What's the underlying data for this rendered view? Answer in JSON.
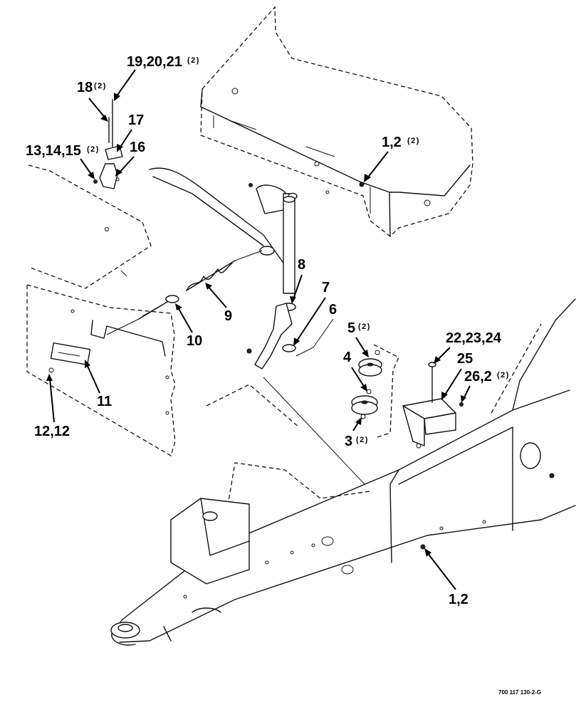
{
  "diagram": {
    "reference_code": "700 117 130-2-G",
    "callouts": [
      {
        "id": "c-19-20-21",
        "label": "19,20,21",
        "qty": "(2)"
      },
      {
        "id": "c-18",
        "label": "18",
        "qty": "(2)"
      },
      {
        "id": "c-17",
        "label": "17",
        "qty": ""
      },
      {
        "id": "c-13-14-15",
        "label": "13,14,15",
        "qty": "(2)"
      },
      {
        "id": "c-16",
        "label": "16",
        "qty": ""
      },
      {
        "id": "c-1-2-top",
        "label": "1,2",
        "qty": "(2)"
      },
      {
        "id": "c-8",
        "label": "8",
        "qty": ""
      },
      {
        "id": "c-7",
        "label": "7",
        "qty": ""
      },
      {
        "id": "c-6",
        "label": "6",
        "qty": ""
      },
      {
        "id": "c-9",
        "label": "9",
        "qty": ""
      },
      {
        "id": "c-10",
        "label": "10",
        "qty": ""
      },
      {
        "id": "c-5",
        "label": "5",
        "qty": "(2)"
      },
      {
        "id": "c-22-23-24",
        "label": "22,23,24",
        "qty": ""
      },
      {
        "id": "c-25",
        "label": "25",
        "qty": ""
      },
      {
        "id": "c-4",
        "label": "4",
        "qty": ""
      },
      {
        "id": "c-26-2",
        "label": "26,2",
        "qty": "(2)"
      },
      {
        "id": "c-11",
        "label": "11",
        "qty": ""
      },
      {
        "id": "c-3",
        "label": "3",
        "qty": "(2)"
      },
      {
        "id": "c-12-12",
        "label": "12,12",
        "qty": ""
      },
      {
        "id": "c-1-2-bottom",
        "label": "1,2",
        "qty": ""
      }
    ]
  }
}
